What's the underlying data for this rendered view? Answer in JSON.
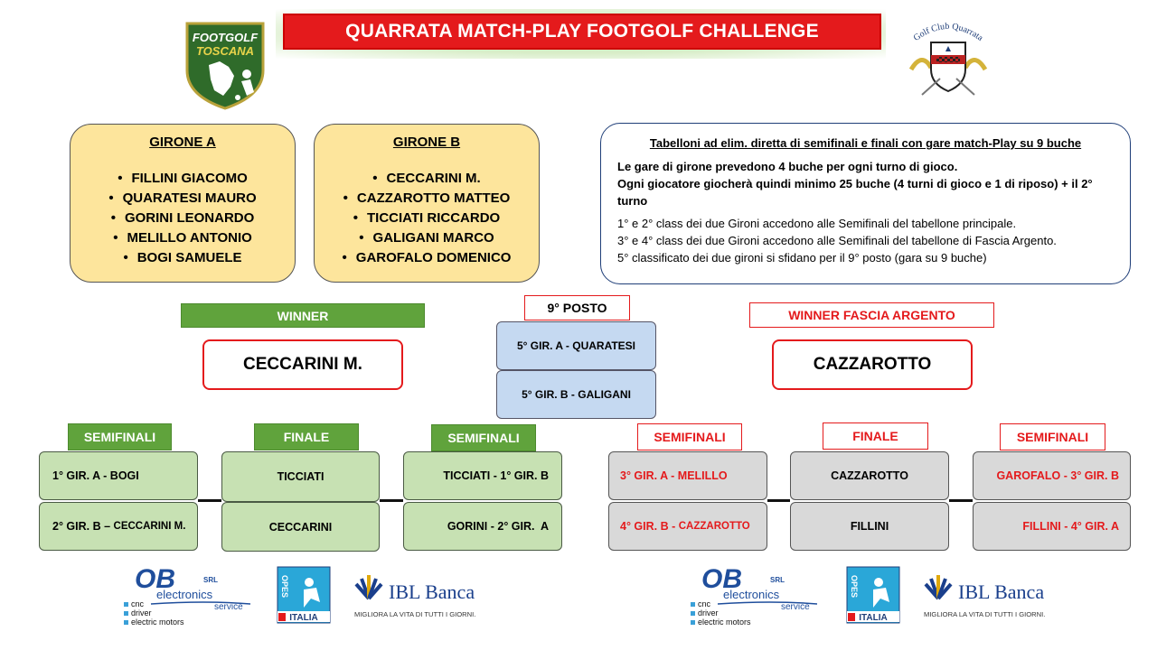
{
  "title": "QUARRATA MATCH-PLAY FOOTGOLF CHALLENGE",
  "logos": {
    "footgolf_line1": "FOOTGOLF",
    "footgolf_line2": "TOSCANA",
    "golfclub": "Golf Club Quarrata"
  },
  "girone_a": {
    "title": "GIRONE A",
    "players": [
      "FILLINI GIACOMO",
      "QUARATESI MAURO",
      "GORINI LEONARDO",
      "MELILLO ANTONIO",
      "BOGI SAMUELE"
    ]
  },
  "girone_b": {
    "title": "GIRONE B",
    "players": [
      "CECCARINI M.",
      "CAZZAROTTO MATTEO",
      "TICCIATI RICCARDO",
      "GALIGANI MARCO",
      "GAROFALO DOMENICO"
    ]
  },
  "rules": {
    "title": "Tabelloni ad elim. diretta di semifinali e finali con gare match-Play su 9 buche",
    "bold_lines": [
      "Le gare di girone prevedono 4 buche per ogni turno di gioco.",
      "Ogni giocatore giocherà quindi minimo 25 buche (4 turni di gioco e 1 di riposo) + il 2° turno"
    ],
    "plain_lines": [
      "1° e 2° class dei due Gironi accedono  alle Semifinali del tabellone principale.",
      "3° e 4° class dei due Gironi accedono  alle Semifinali del tabellone di Fascia Argento.",
      "5° classificato dei due gironi si sfidano per il 9° posto (gara su 9 buche)"
    ]
  },
  "winner": {
    "label": "WINNER",
    "name": "CECCARINI M."
  },
  "argento": {
    "label": "WINNER FASCIA ARGENTO",
    "name": "CAZZAROTTO"
  },
  "nono_posto": {
    "label": "9° POSTO",
    "a": "5° GIR. A - QUARATESI",
    "b": "5° GIR. B - GALIGANI"
  },
  "main_bracket": {
    "semi_label": "SEMIFINALI",
    "final_label": "FINALE",
    "left_1": "1° GIR. A - BOGI",
    "left_2_main": "2° GIR. B – ",
    "left_2_small": "CECCARINI M.",
    "final_1": "TICCIATI",
    "final_2": "CECCARINI",
    "right_1": "TICCIATI - 1° GIR. B",
    "right_2": "GORINI - 2° GIR.  A"
  },
  "argento_bracket": {
    "semi_label": "SEMIFINALI",
    "final_label": "FINALE",
    "left_1": "3° GIR. A - MELILLO",
    "left_2_main": "4° GIR. B - ",
    "left_2_small": "CAZZAROTTO",
    "final_1": "CAZZAROTTO",
    "final_2": "FILLINI",
    "right_1": "GAROFALO - 3° GIR. B",
    "right_2": "FILLINI - 4° GIR. A"
  },
  "sponsors": {
    "ob_big": "OB",
    "ob_electronics": "electronics",
    "ob_srl": "SRL",
    "ob_service": "service",
    "ob_lines": [
      "cnc",
      "driver",
      "electric motors"
    ],
    "opes_vertical": "OPES",
    "opes_italia": "ITALIA",
    "ibl_name": "IBL Banca",
    "ibl_slogan": "MIGLIORA LA VITA DI TUTTI I GIORNI."
  },
  "colors": {
    "title_red": "#e41a1c",
    "group_yellow": "#fde59c",
    "bracket_green": "#c7e1b3",
    "label_green": "#60a33c",
    "nono_blue": "#c5d9f1",
    "argento_grey": "#d9d9d9",
    "ob_blue": "#1f4e9c",
    "ibl_blue": "#1a3f8c"
  }
}
